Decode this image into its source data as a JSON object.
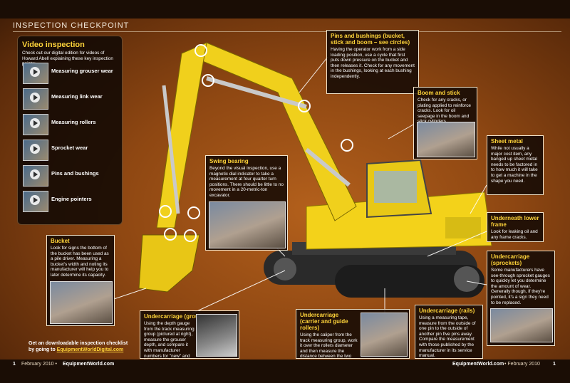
{
  "header": {
    "title": "INSPECTION CHECKPOINT"
  },
  "video": {
    "title": "Video inspection",
    "intro": "Check out our digital edition for videos of Howard Abell explaining these key inspection points:",
    "items": [
      "Measuring grouser wear",
      "Measuring link wear",
      "Measuring rollers",
      "Sprocket wear",
      "Pins and bushings",
      "Engine pointers"
    ]
  },
  "panels": {
    "pins": {
      "title": "Pins and bushings (bucket, stick and boom – see circles)",
      "body": "Having the operator work from a side loading position, use a cycle that first puts down pressure on the bucket and then releases it. Check for any movement in the bushings, looking at each bushing independently."
    },
    "boom": {
      "title": "Boom and stick",
      "body": "Check for any cracks, or plating applied to reinforce cracks. Look for oil seepage in the boom and stick cylinders."
    },
    "sheet": {
      "title": "Sheet metal",
      "body": "While not usually a major cost item, any banged up sheet metal needs to be factored in to how much it will take to get a machine in the shape you need."
    },
    "swing": {
      "title": "Swing bearing",
      "body": "Beyond the visual inspection, use a magnetic dial indicator to take a measurement at four quarter turn positions. There should be little to no movement in a 20-metric-ton excavator."
    },
    "lower": {
      "title": "Underneath lower frame",
      "body": "Look for leaking oil and any frame cracks."
    },
    "bucket": {
      "title": "Bucket",
      "body": "Look for signs the bottom of the bucket has been used as a pile driver. Measuring a bucket's width and noting its manufacturer will help you to later determine its capacity."
    },
    "sprockets": {
      "title": "Undercarriage (sprockets)",
      "body": "Some manufacturers have see-through sprocket gauges to quickly let you determine the amount of wear. Generally though, if they're pointed, it's a sign they need to be replaced."
    },
    "grousers": {
      "title": "Undercarriage (grousers)",
      "body": "Using the depth gauge from the track measuring group (pictured at right), measure the grouser depth, and compare it with manufacturer numbers for \"new\" and \"limited use.\""
    },
    "carrier": {
      "title": "Undercarriage (carrier and guide rollers)",
      "body": "Using the caliper from the track measuring group, work it over the rollers diameter and then measure the distance between the two prongs of the caliper."
    },
    "rails": {
      "title": "Undercarriage (rails)",
      "body": "Using a measuring tape, measure from the outside of one pin to the outside of another pin five pins away. Compare the measurement with those published by the manufacturer in its service manual."
    }
  },
  "download": {
    "line1": "Get an downloadable inspection checklist",
    "prefix": "by going to ",
    "link": "EquipmentWorldDigital.com"
  },
  "footer": {
    "left_page": "1",
    "left_text": "February 2010 •",
    "left_site": "EquipmentWorld.com",
    "right_site": "EquipmentWorld.com",
    "right_text": "• February 2010",
    "right_page": "1"
  }
}
